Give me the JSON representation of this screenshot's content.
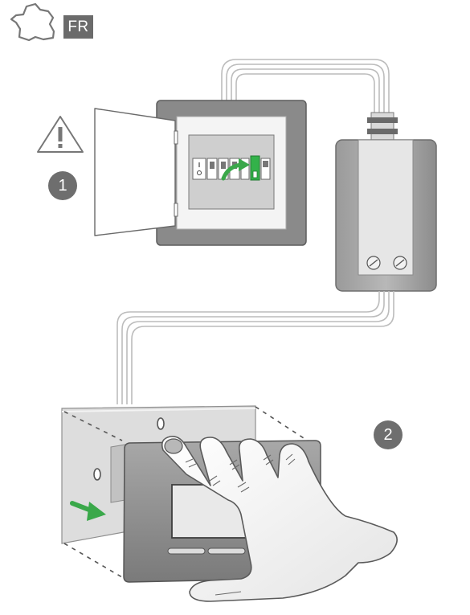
{
  "region_badge": "FR",
  "steps": [
    {
      "number": "1"
    },
    {
      "number": "2"
    }
  ],
  "icons": {
    "region": "france-map-icon",
    "warning": "warning-triangle-icon",
    "breaker_arrow": "green-curved-arrow-icon",
    "mount_arrow": "green-arrow-icon"
  },
  "colors": {
    "badge": "#6b6b6b",
    "step_circle": "#6e6e6e",
    "arrow_green": "#3aa84a",
    "breaker_green": "#33b24a",
    "panel_dark": "#8a8a8a",
    "panel_light": "#d7d7d7"
  }
}
